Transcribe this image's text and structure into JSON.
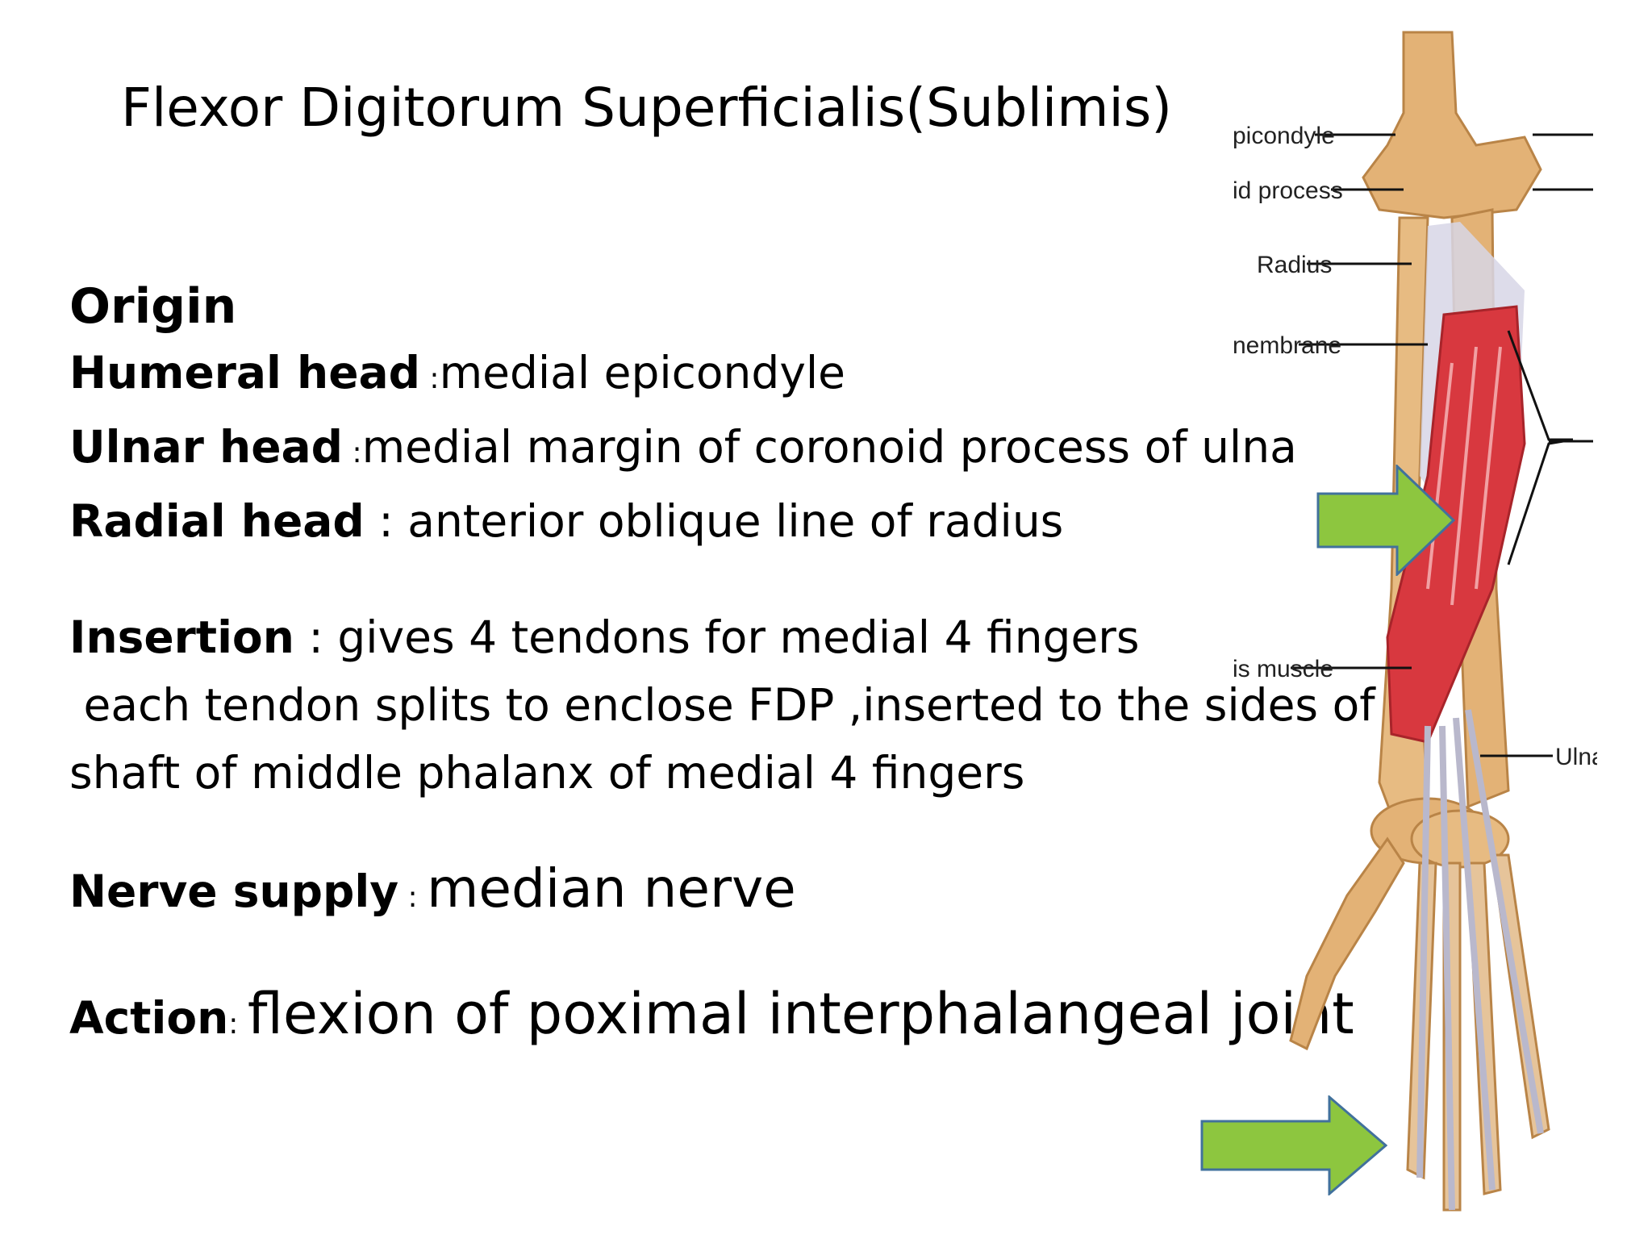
{
  "slide": {
    "title": "Flexor Digitorum Superficialis(Sublimis)"
  },
  "origin": {
    "heading": "Origin",
    "humeral": {
      "label": "Humeral head",
      "sep": " :",
      "value": "medial epicondyle"
    },
    "ulnar": {
      "label": "Ulnar head",
      "sep": " :",
      "value": "medial margin of coronoid process of ulna"
    },
    "radial": {
      "label": "Radial head",
      "sep": " : ",
      "value": "anterior oblique line of radius"
    }
  },
  "insertion": {
    "label": "Insertion",
    "sep": " : ",
    "value": "gives 4 tendons for medial 4 fingers",
    "line2": " each tendon splits to enclose FDP ,inserted to the sides of",
    "line3": "shaft of middle phalanx of medial 4 fingers"
  },
  "nerve": {
    "label": "Nerve supply",
    "sep": " : ",
    "value": "median nerve"
  },
  "action": {
    "label": "Action",
    "sep": ": ",
    "value": "flexion of poximal interphalangeal joint"
  },
  "figure": {
    "labels": {
      "epicondyle": "picondyle",
      "process": "id process",
      "radius": "Radius",
      "membrane": "nembrane",
      "muscle": "is muscle",
      "ulna": "Ulna"
    },
    "arrow_color": "#8dc63f",
    "arrow_border": "#41719c",
    "muscle_color": "#d8383f",
    "bone_color": "#e3b276"
  }
}
